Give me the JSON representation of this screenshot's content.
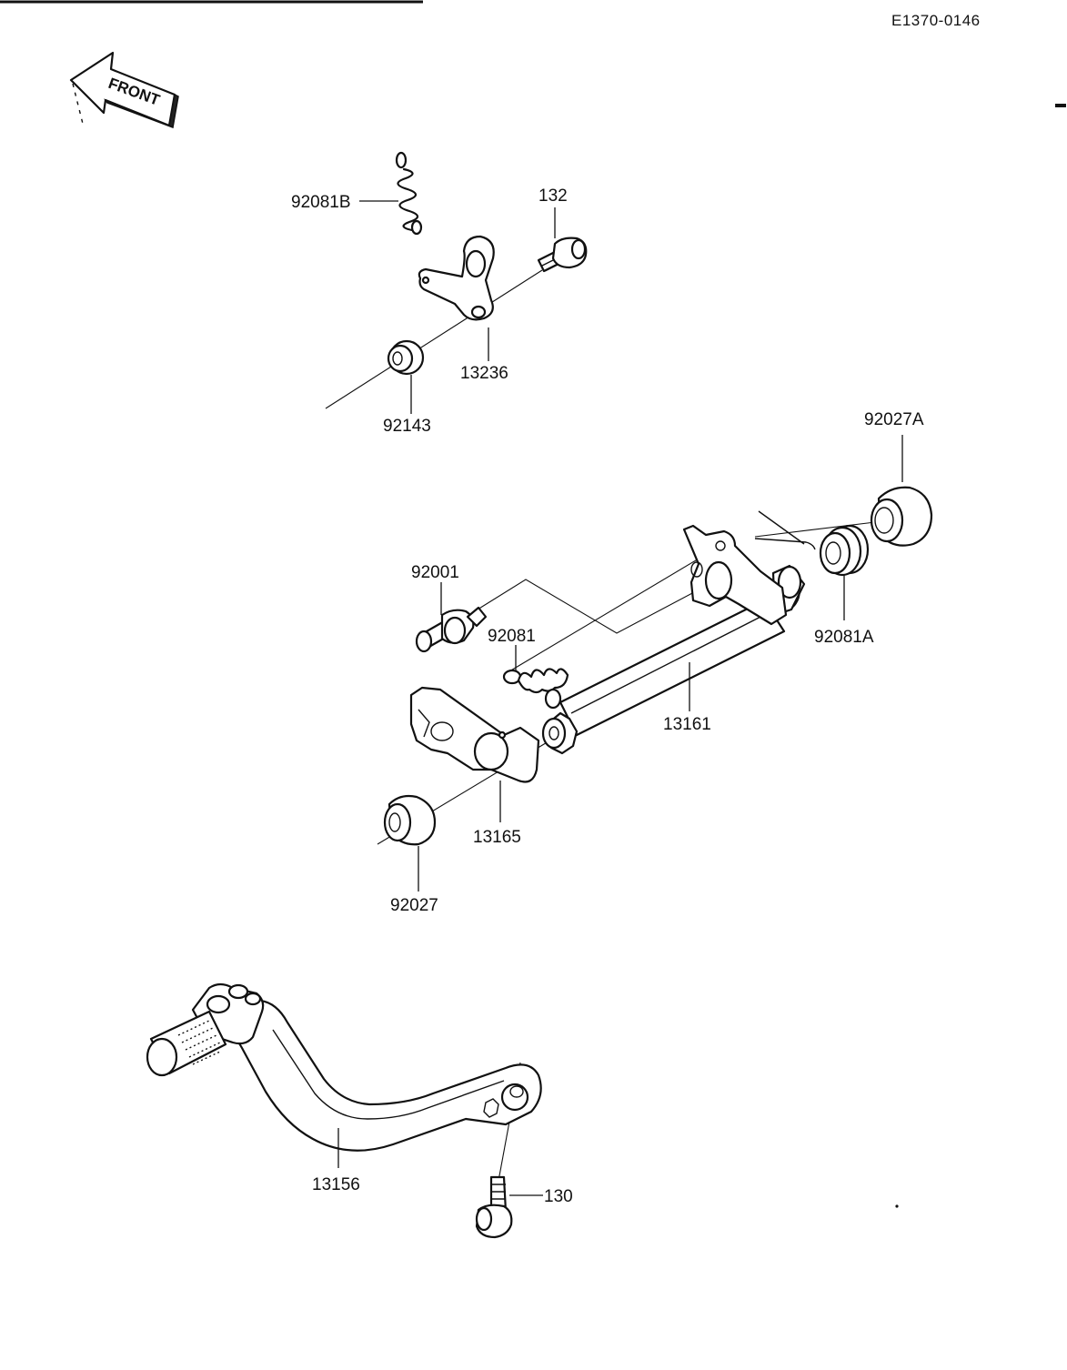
{
  "header": {
    "diagram_code": "E1370-0146",
    "direction_label": "FRONT"
  },
  "callouts": {
    "spring_upper": "92081B",
    "bolt_upper": "132",
    "lever_small": "13236",
    "collar_upper": "92143",
    "collar_right": "92027A",
    "pin": "92001",
    "spring_mid": "92081",
    "spring_right": "92081A",
    "shaft": "13161",
    "arm": "13165",
    "collar_lower": "92027",
    "pedal": "13156",
    "bolt_lower": "130"
  },
  "colors": {
    "line": "#111111",
    "background": "#ffffff"
  }
}
